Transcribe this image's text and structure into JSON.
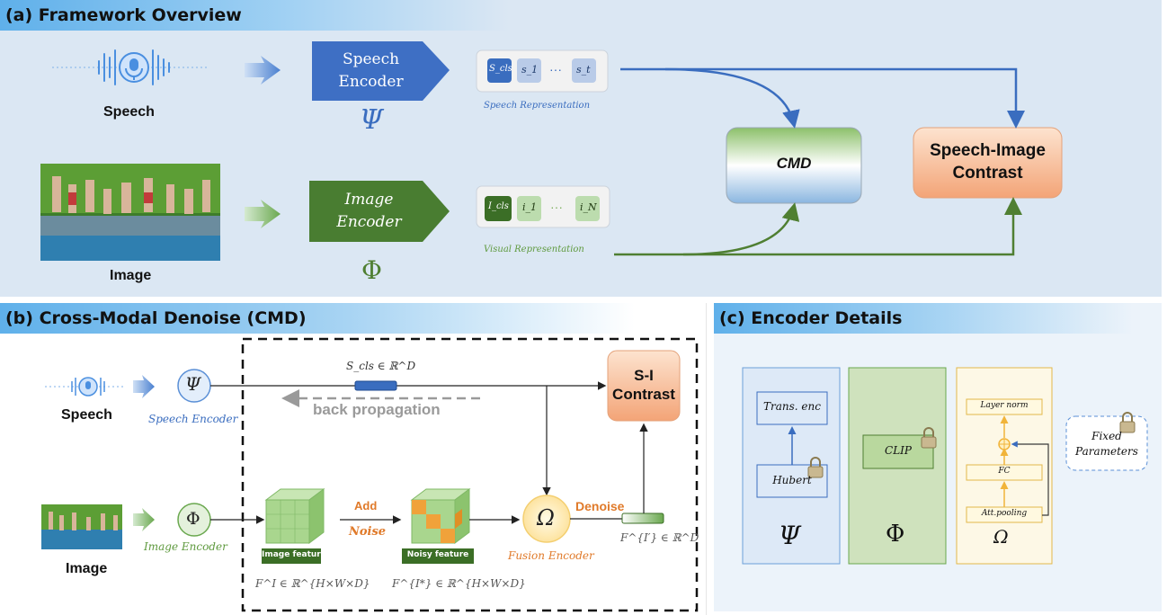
{
  "panel_a": {
    "header": "(a) Framework Overview",
    "speech_label": "Speech",
    "image_label": "Image",
    "speech_encoder": [
      "Speech",
      "Encoder"
    ],
    "image_encoder": [
      "Image",
      "Encoder"
    ],
    "psi": "Ψ",
    "phi": "Φ",
    "speech_tokens": [
      "S_cls",
      "s_1",
      "···",
      "s_t"
    ],
    "image_tokens": [
      "I_cls",
      "i_1",
      "···",
      "i_N"
    ],
    "speech_repr": "Speech Representation",
    "visual_repr": "Visual Representation",
    "cmd": "CMD",
    "contrast": [
      "Speech-Image",
      "Contrast"
    ]
  },
  "panel_b": {
    "header": "(b) Cross-Modal Denoise (CMD)",
    "speech_label": "Speech",
    "image_label": "Image",
    "psi": "Ψ",
    "phi": "Φ",
    "speech_encoder": "Speech Encoder",
    "image_encoder": "Image Encoder",
    "scls": "S_cls ∈ ℝ^D",
    "back_prop": "back propagation",
    "si_contrast": [
      "S-I",
      "Contrast"
    ],
    "add": "Add",
    "noise": "Noise",
    "image_feature": "Image feature",
    "noisy_feature": "Noisy feature",
    "fi": "F^I ∈ ℝ^{H×W×D}",
    "fistar": "F^{I*} ∈ ℝ^{H×W×D}",
    "omega": "Ω",
    "fusion_encoder": "Fusion Encoder",
    "denoise": "Denoise",
    "fiprime": "F^{I′} ∈ ℝ^D"
  },
  "panel_c": {
    "header": "(c) Encoder Details",
    "trans_enc": "Trans. enc",
    "hubert": "Hubert",
    "clip": "CLIP",
    "layer_norm": "Layer norm",
    "fc": "FC",
    "att_pooling": "Att.pooling",
    "psi": "Ψ",
    "phi": "Φ",
    "omega": "Ω",
    "fixed": [
      "Fixed",
      "Parameters"
    ]
  },
  "colors": {
    "blue": "#3a6dbf",
    "green": "#4f7f32",
    "panel_bg": "#dce8f4"
  }
}
